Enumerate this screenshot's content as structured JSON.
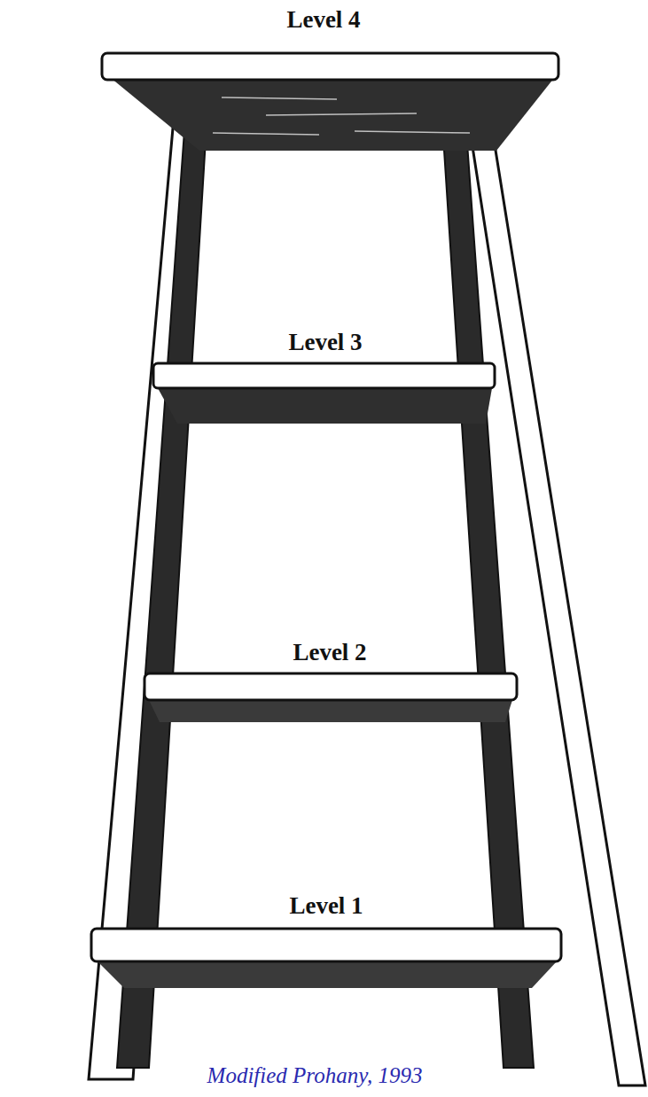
{
  "diagram": {
    "caption": "Modified Prohany, 1993",
    "labels": [
      "Level 4",
      "Level 3",
      "Level 2",
      "Level 1"
    ]
  }
}
